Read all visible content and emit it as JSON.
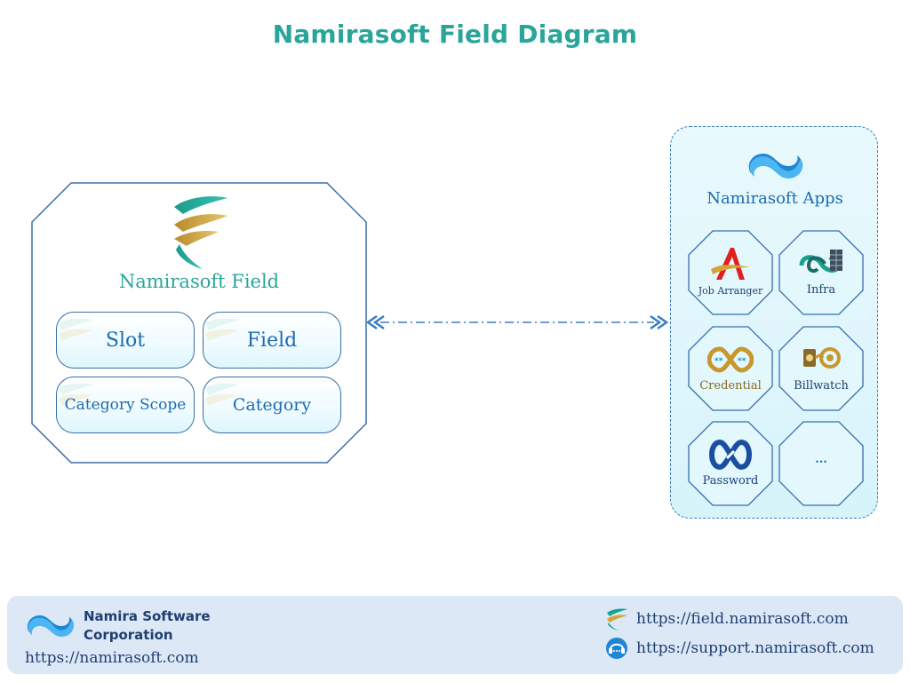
{
  "title": "Namirasoft Field Diagram",
  "field_group": {
    "label": "Namirasoft Field",
    "items": [
      {
        "label": "Slot"
      },
      {
        "label": "Field"
      },
      {
        "label": "Category Scope"
      },
      {
        "label": "Category"
      }
    ]
  },
  "apps_group": {
    "label": "Namirasoft Apps",
    "apps": [
      {
        "label": "Job Arranger",
        "icon": "job-arranger-icon"
      },
      {
        "label": "Infra",
        "icon": "infra-icon"
      },
      {
        "label": "Credential",
        "icon": "credential-icon"
      },
      {
        "label": "Billwatch",
        "icon": "billwatch-icon"
      },
      {
        "label": "Password",
        "icon": "password-icon"
      },
      {
        "label": "...",
        "icon": ""
      }
    ]
  },
  "footer": {
    "company_name_line1": "Namira Software",
    "company_name_line2": "Corporation",
    "company_url": "https://namirasoft.com",
    "field_url": "https://field.namirasoft.com",
    "support_url": "https://support.namirasoft.com"
  },
  "colors": {
    "title": "#2aa59a",
    "accent_blue": "#1c6bb0",
    "border_blue": "#3a6ea8",
    "apps_bg": "#dff6fd",
    "footer_bg": "#dce8f6"
  }
}
